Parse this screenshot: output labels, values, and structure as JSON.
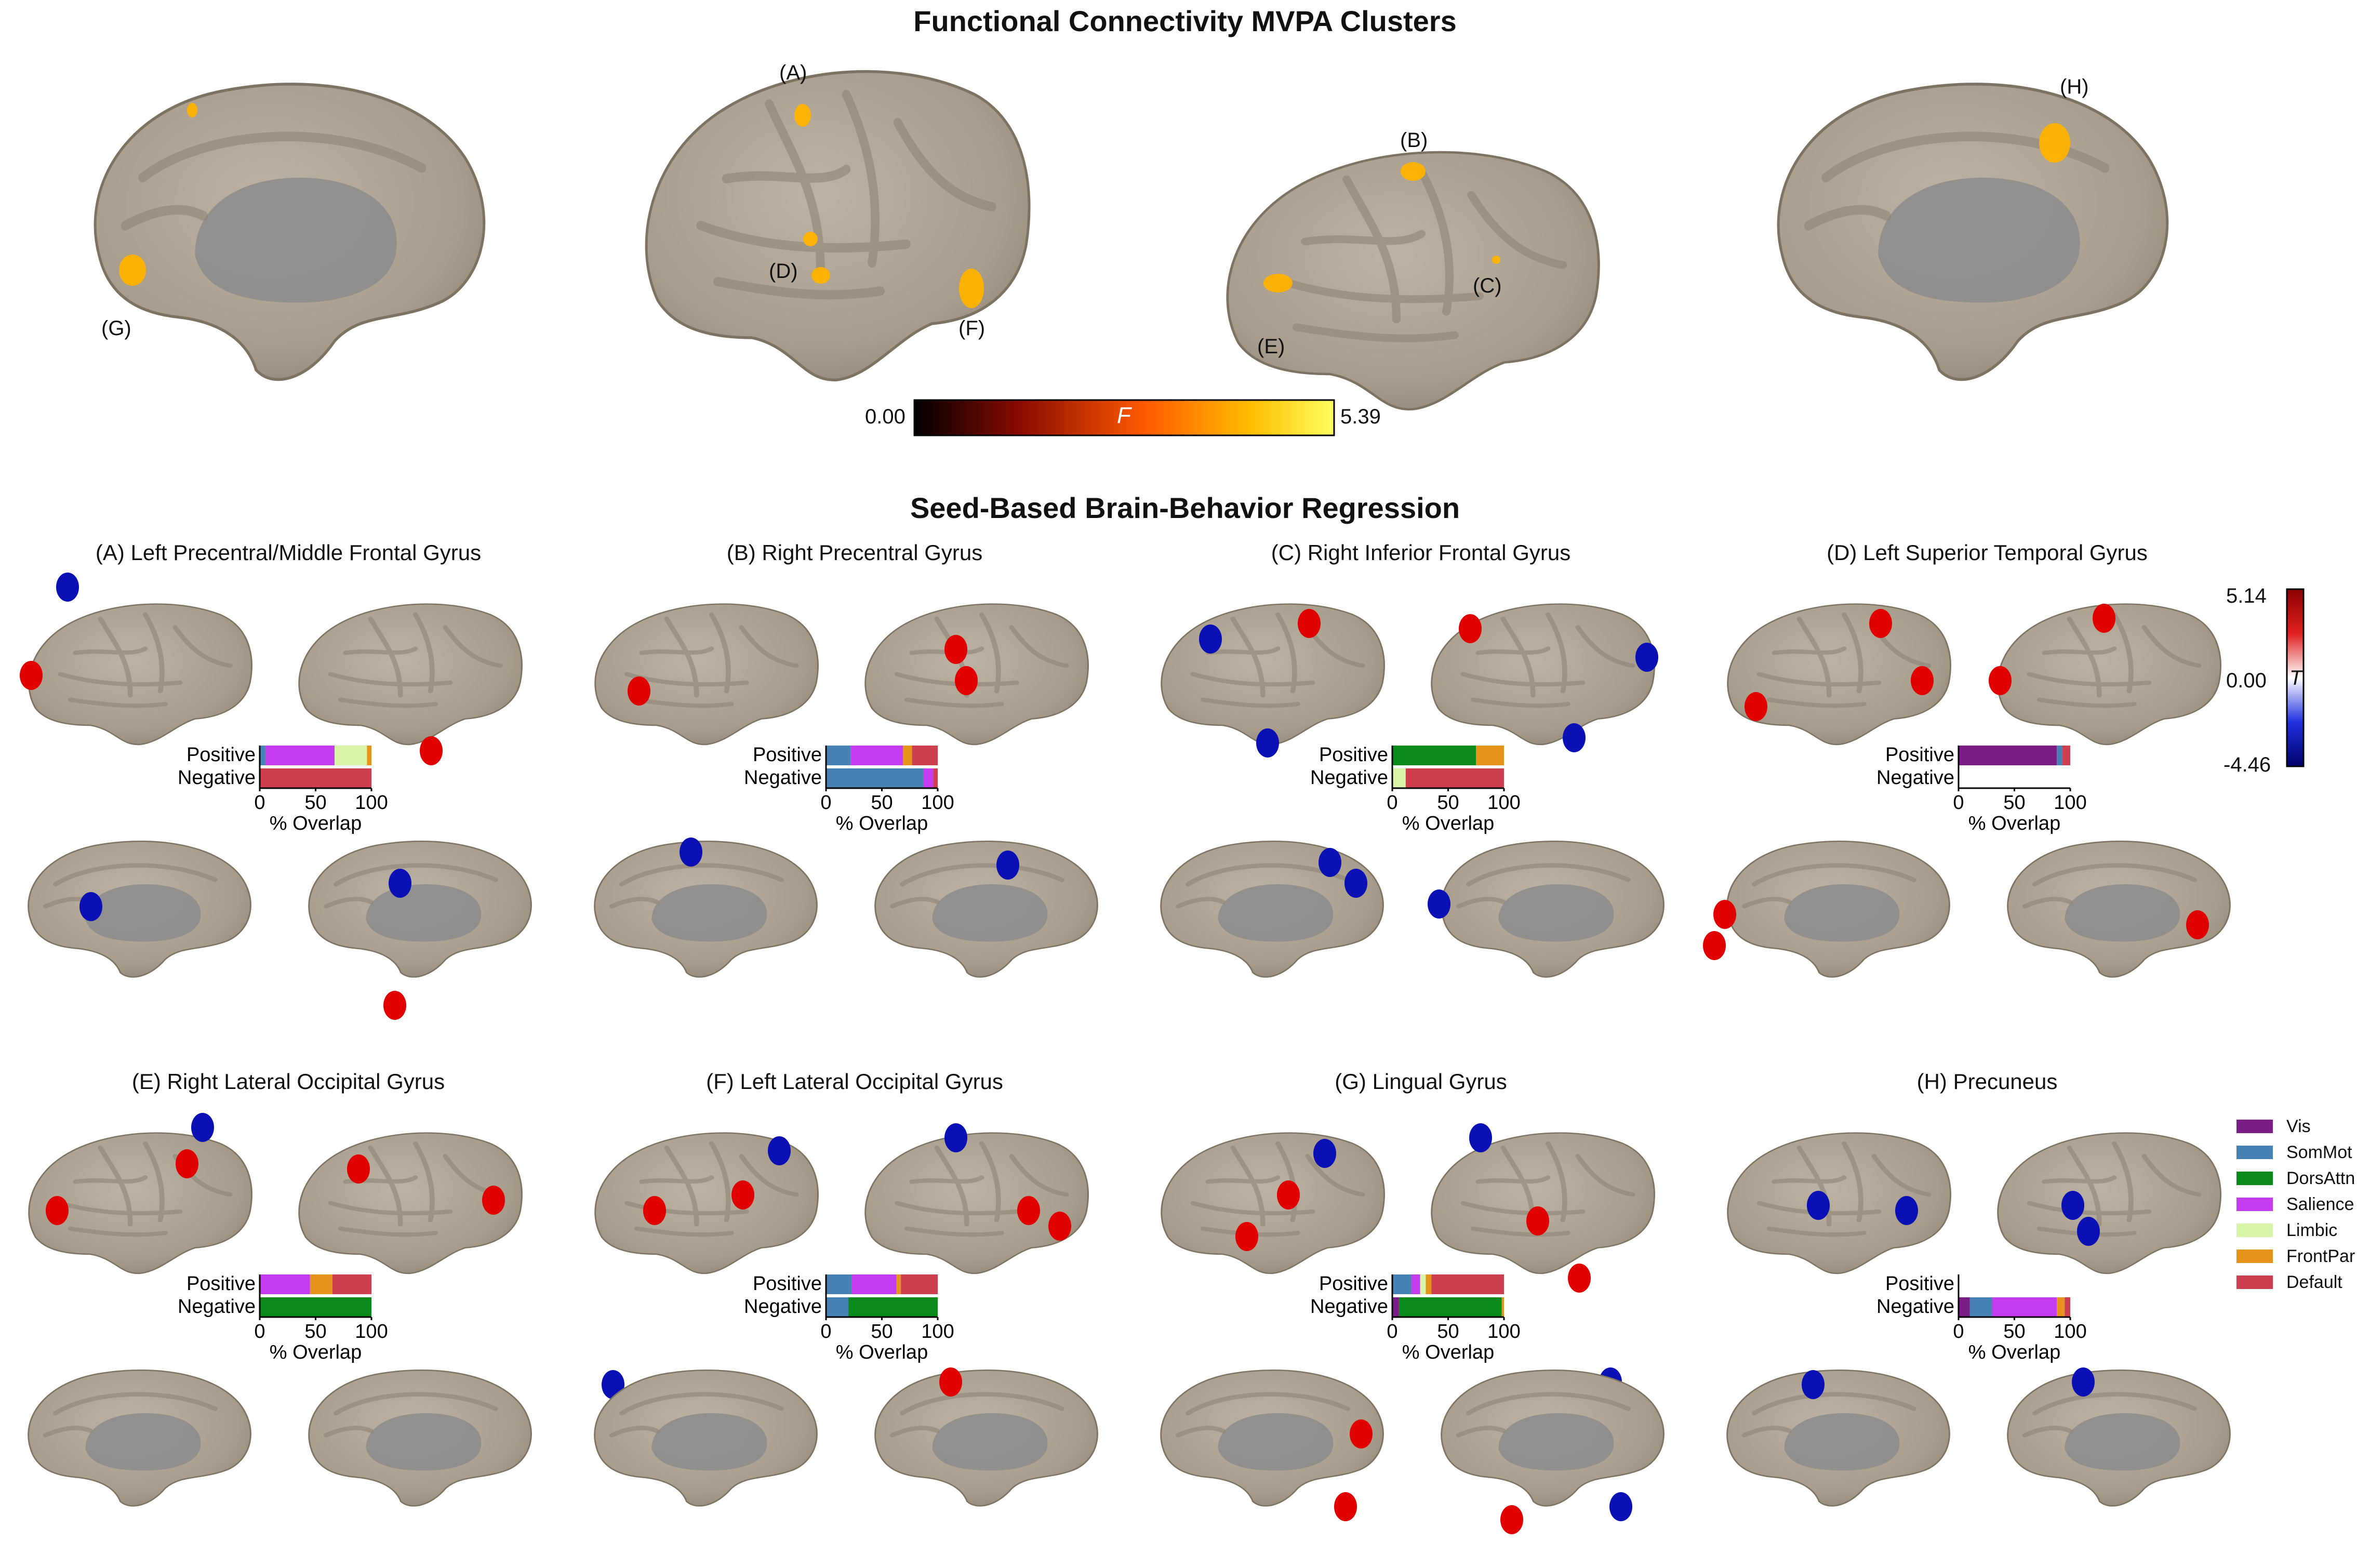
{
  "main_title": "Functional Connectivity MVPA Clusters",
  "section_title": "Seed-Based Brain-Behavior Regression",
  "top_labels": [
    "(A)",
    "(B)",
    "(C)",
    "(D)",
    "(E)",
    "(F)",
    "(G)",
    "(H)"
  ],
  "f_colorbar": {
    "min": "0.00",
    "max": "5.39",
    "symbol": "F"
  },
  "t_colorbar": {
    "max": "5.14",
    "mid": "0.00",
    "min": "-4.46",
    "symbol": "T"
  },
  "network_colors": {
    "Vis": "#7b1d86",
    "SomMot": "#4682b4",
    "DorsAttn": "#0a8a1a",
    "Salience": "#c43bf0",
    "Limbic": "#d8f4a8",
    "FrontPar": "#e6931c",
    "Default": "#cd3e4e"
  },
  "legend": [
    "Vis",
    "SomMot",
    "DorsAttn",
    "Salience",
    "Limbic",
    "FrontPar",
    "Default"
  ],
  "chart_axis": {
    "ticks": [
      "0",
      "50",
      "100"
    ],
    "xlabel": "% Overlap",
    "row_labels": [
      "Positive",
      "Negative"
    ]
  },
  "panels": [
    {
      "title": "(A) Left Precentral/Middle Frontal Gyrus",
      "positive": [
        {
          "n": "SomMot",
          "v": 5
        },
        {
          "n": "Salience",
          "v": 62
        },
        {
          "n": "Limbic",
          "v": 29
        },
        {
          "n": "FrontPar",
          "v": 4
        }
      ],
      "negative": [
        {
          "n": "Default",
          "v": 100
        }
      ]
    },
    {
      "title": "(B) Right Precentral Gyrus",
      "positive": [
        {
          "n": "SomMot",
          "v": 22
        },
        {
          "n": "Salience",
          "v": 47
        },
        {
          "n": "FrontPar",
          "v": 8
        },
        {
          "n": "Default",
          "v": 23
        }
      ],
      "negative": [
        {
          "n": "SomMot",
          "v": 87
        },
        {
          "n": "Salience",
          "v": 9
        },
        {
          "n": "Default",
          "v": 4
        }
      ]
    },
    {
      "title": "(C) Right Inferior Frontal Gyrus",
      "positive": [
        {
          "n": "DorsAttn",
          "v": 75
        },
        {
          "n": "FrontPar",
          "v": 25
        }
      ],
      "negative": [
        {
          "n": "Limbic",
          "v": 12
        },
        {
          "n": "Default",
          "v": 88
        }
      ]
    },
    {
      "title": "(D) Left Superior Temporal Gyrus",
      "positive": [
        {
          "n": "Vis",
          "v": 88
        },
        {
          "n": "SomMot",
          "v": 5
        },
        {
          "n": "Default",
          "v": 7
        }
      ],
      "negative": []
    },
    {
      "title": "(E) Right Lateral Occipital Gyrus",
      "positive": [
        {
          "n": "Salience",
          "v": 45
        },
        {
          "n": "FrontPar",
          "v": 20
        },
        {
          "n": "Default",
          "v": 35
        }
      ],
      "negative": [
        {
          "n": "DorsAttn",
          "v": 100
        }
      ]
    },
    {
      "title": "(F) Left Lateral Occipital Gyrus",
      "positive": [
        {
          "n": "SomMot",
          "v": 23
        },
        {
          "n": "Salience",
          "v": 40
        },
        {
          "n": "FrontPar",
          "v": 4
        },
        {
          "n": "Default",
          "v": 33
        }
      ],
      "negative": [
        {
          "n": "SomMot",
          "v": 20
        },
        {
          "n": "DorsAttn",
          "v": 80
        }
      ]
    },
    {
      "title": "(G) Lingual Gyrus",
      "positive": [
        {
          "n": "SomMot",
          "v": 17
        },
        {
          "n": "Salience",
          "v": 8
        },
        {
          "n": "Limbic",
          "v": 5
        },
        {
          "n": "FrontPar",
          "v": 5
        },
        {
          "n": "Default",
          "v": 65
        }
      ],
      "negative": [
        {
          "n": "Vis",
          "v": 6
        },
        {
          "n": "DorsAttn",
          "v": 92
        },
        {
          "n": "FrontPar",
          "v": 2
        }
      ]
    },
    {
      "title": "(H) Precuneus",
      "positive": [],
      "negative": [
        {
          "n": "Vis",
          "v": 10
        },
        {
          "n": "SomMot",
          "v": 20
        },
        {
          "n": "Salience",
          "v": 58
        },
        {
          "n": "FrontPar",
          "v": 7
        },
        {
          "n": "Default",
          "v": 5
        }
      ]
    }
  ]
}
